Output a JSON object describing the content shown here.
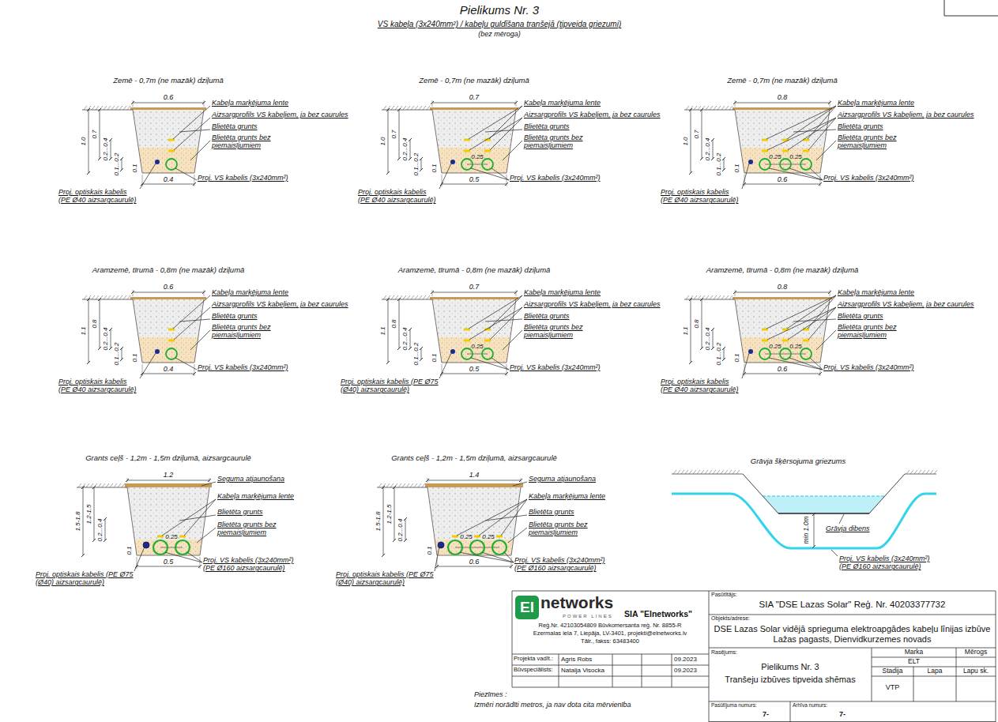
{
  "diagram": {
    "title": "Pielikums Nr. 3",
    "nodes": [
      {
        "text": [
          "El"
        ]
      }
    ],
    "labels": [
      "VS kabeļa (3x240mm²) / kabeļu guldīšana tranšejā (tipveida griezumi)",
      "(bez mēroga)",
      "Zemē - 0,7m (ne mazāk) dziļumā",
      "0.6",
      "1.0",
      "0.7",
      "0.2...0.4",
      "0.1...0.2",
      "Kabeļa marķējuma lente",
      "Aizsargprofils VS kabeļiem, ja bez caurules",
      "Blietēta grunts",
      "Blietēta grunts bez piemaisījumiem",
      "0.4",
      "0.1",
      "Proj. optiskais kabelis (PE Ø40 aizsargcaurulē)",
      "Proj. VS kabelis (3x240mm²)",
      "Zemē - 0,7m (ne mazāk) dziļumā",
      "0.7",
      "1.0",
      "0.7",
      "0.2...0.4",
      "0.1...0.2",
      "Kabeļa marķējuma lente",
      "Aizsargprofils VS kabeļiem, ja bez caurules",
      "Blietēta grunts",
      "Blietēta grunts bez piemaisījumiem",
      "0.25",
      "0.5",
      "0.1",
      "Proj. optiskais kabelis (PE Ø40 aizsargcaurulē)",
      "Proj. VS kabelis (3x240mm²)",
      "Zemē - 0,7m (ne mazāk) dziļumā",
      "0.8",
      "1.0",
      "0.7",
      "0.2...0.4",
      "0.1...0.2",
      "Kabeļa marķējuma lente",
      "Aizsargprofils VS kabeļiem, ja bez caurules",
      "Blietēta grunts",
      "Blietēta grunts bez piemaisījumiem",
      "0.25",
      "0.25",
      "0.6",
      "0.1",
      "Proj. optiskais kabelis (PE Ø40 aizsargcaurulē)",
      "Proj. VS kabelis (3x240mm²)",
      "Aramzemē, tīrumā - 0,8m (ne mazāk) dziļumā",
      "0.6",
      "1.1",
      "0.8",
      "0.2...0.4",
      "0.1...0.2",
      "Kabeļa marķējuma lente",
      "Aizsargprofils VS kabeļiem, ja bez caurules",
      "Blietēta grunts",
      "Blietēta grunts bez piemaisījumiem",
      "0.4",
      "0.1",
      "Proj. optiskais kabelis (PE Ø40 aizsargcaurulē)",
      "Proj. VS kabelis (3x240mm²)",
      "Aramzemē, tīrumā - 0,8m (ne mazāk) dziļumā",
      "0.7",
      "1.1",
      "0.8",
      "0.2...0.4",
      "0.1...0.2",
      "Kabeļa marķējuma lente",
      "Aizsargprofils VS kabeļiem, ja bez caurules",
      "Blietēta grunts",
      "Blietēta grunts bez piemaisījumiem",
      "0.25",
      "0.5",
      "0.1",
      "Proj. optiskais kabelis (PE Ø75 (Ø40) aizsargcaurulē)",
      "Proj. VS kabelis (3x240mm²)",
      "Aramzemē, tīrumā - 0,8m (ne mazāk) dziļumā",
      "0.8",
      "1.1",
      "0.8",
      "0.2...0.4",
      "0.1...0.2",
      "Kabeļa marķējuma lente",
      "Aizsargprofils VS kabeļiem, ja bez caurules",
      "Blietēta grunts",
      "Blietēta grunts bez piemaisījumiem",
      "0.25",
      "0.25",
      "0.6",
      "0.1",
      "Proj. optiskais kabelis (PE Ø40 aizsargcaurulē)",
      "Proj. VS kabelis (3x240mm²)",
      "Grants ceļš - 1,2m - 1,5m dziļumā, aizsargcaurulē",
      "1.2",
      "Seguma atjaunošana",
      "1.5-1.8",
      "1.2-1.5",
      "0.2...0.4",
      "Kabeļa marķējuma lente",
      "Blietēta grunts",
      "Blietēta grunts bez piemaisījumiem",
      "0.25",
      "0.5",
      "0.1",
      "Proj. optiskais kabelis (PE Ø75 (Ø40) aizsargcaurulē)",
      "Proj. VS kabelis (3x240mm²) (PE Ø160 aizsargcaurulē)",
      "Grants ceļš - 1,2m - 1,5m dziļumā, aizsargcaurulē",
      "1.4",
      "Seguma atjaunošana",
      "1.5-1.8",
      "1.2-1.5",
      "0.2...0.4",
      "Kabeļa marķējuma lente",
      "Blietēta grunts",
      "Blietēta grunts bez piemaisījumiem",
      "0.25",
      "0.25",
      "0.6",
      "0.1",
      "Proj. optiskais kabelis (PE Ø75 (Ø40) aizsargcaurulē)",
      "Proj. VS kabelis (3x240mm²) (PE Ø160 aizsargcaurulē)",
      "Grāvja šķērsojuma griezums",
      "min 1.0m",
      "Grāvja dibens",
      "Proj. VS kabelis (3x240mm²) (PE Ø160 aizsargcaurulē)",
      "networks",
      "POWER LINES",
      "SIA \"Elnetworks\"",
      "Reģ.Nr. 42103054809 Būvkomersanta reģ. Nr. 8855-R",
      "Ezermalas iela 7, Liepāja, LV-3401, projekti@elnetworks.lv",
      "Tālr., fakss: 63483400",
      "Projekta vadīt.:",
      "Agris Robs",
      "09.2023",
      "Būvspeciālists:",
      "Natalja Visocka",
      "09.2023",
      "Pasūtītājs:",
      "SIA \"DSE Lazas Solar\" Reģ. Nr. 40203377732",
      "Objekts/adrese:",
      "DSE Lazas Solar vidējā sprieguma elektroapgādes kabeļu līnijas izbūve Lažas pagasts, Dienvidkurzemes novads",
      "Rasējums:",
      "Pielikums Nr. 3",
      "Tranšeju izbūves tipveida shēmas",
      "Marka",
      "Mērogs",
      "ELT",
      "Stadija",
      "Lapa",
      "Lapu sk.",
      "VTP",
      "Pasūtījuma numurs:",
      "7-",
      "Arhīva numurs:",
      "7-",
      "Piezīmes :",
      "Izmēri norādīti metros, ja nav dota cita mērvienība"
    ]
  }
}
